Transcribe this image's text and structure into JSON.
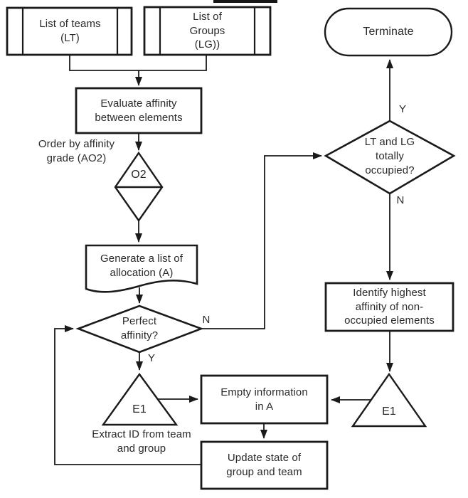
{
  "flowchart": {
    "background": "#ffffff",
    "stroke_color": "#1a1a1a",
    "text_color": "#2a2a2a",
    "nodes": {
      "list_of_teams": {
        "type": "predefined-process",
        "label": "List of teams\n(LT)"
      },
      "list_of_groups": {
        "type": "predefined-process",
        "label": "List of\nGroups\n(LG))"
      },
      "evaluate_affinity": {
        "type": "process",
        "label": "Evaluate affinity\nbetween elements"
      },
      "order_sort": {
        "type": "sort-symbol",
        "label": "O2"
      },
      "generate_allocation": {
        "type": "document",
        "label": "Generate a list of\nallocation (A)"
      },
      "perfect_affinity": {
        "type": "decision",
        "label": "Perfect\naffinity?"
      },
      "extract_left": {
        "type": "connector-triangle",
        "label": "E1",
        "caption": "Extract ID from team\nand group"
      },
      "empty_information": {
        "type": "process",
        "label": "Empty information\nin A"
      },
      "update_state": {
        "type": "process",
        "label": "Update state of\ngroup and team"
      },
      "lt_lg_occupied": {
        "type": "decision",
        "label": "LT and LG\ntotally\noccupied?"
      },
      "terminate": {
        "type": "terminator",
        "label": "Terminate"
      },
      "identify_highest": {
        "type": "process",
        "label": "Identify highest\naffinity of non-\noccupied elements"
      },
      "extract_right": {
        "type": "connector-triangle",
        "label": "E1"
      }
    },
    "annotations": {
      "order_by_affinity": "Order by affinity\ngrade (AO2)"
    },
    "edge_labels": {
      "perfect_affinity_no": "N",
      "perfect_affinity_yes": "Y",
      "occupied_yes": "Y",
      "occupied_no": "N"
    }
  }
}
